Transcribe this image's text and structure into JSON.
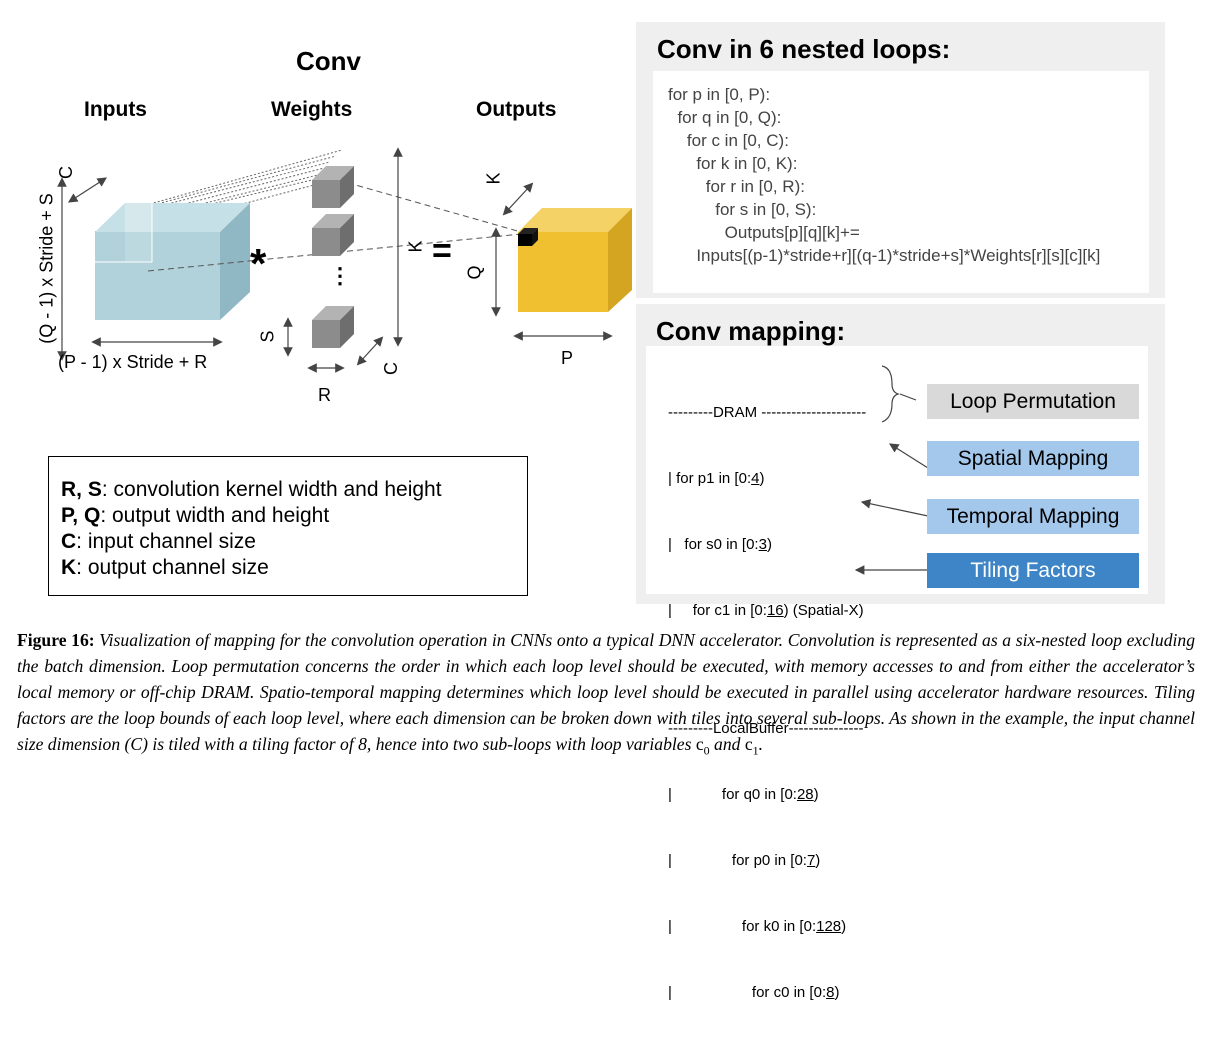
{
  "diagram": {
    "title": "Conv",
    "inputs_label": "Inputs",
    "weights_label": "Weights",
    "outputs_label": "Outputs",
    "input_height_label": "(Q - 1) x Stride + S",
    "input_width_label": "(P - 1) x Stride + R",
    "input_channel_label": "C",
    "weight_s_label": "S",
    "weight_r_label": "R",
    "weight_c_label": "C",
    "weight_k_label": "K",
    "output_k_label": "K",
    "output_q_label": "Q",
    "output_p_label": "P",
    "conv_operator": "*",
    "equals_operator": "=",
    "ellipsis": "⋮",
    "colors": {
      "input_cube": "#a8cdd6",
      "weights": "#8c8c8c",
      "output_cube": "#f0c030"
    }
  },
  "legend": {
    "lines": [
      {
        "key": "R, S",
        "text": ": convolution kernel width and height"
      },
      {
        "key": "P, Q",
        "text": ": output width and height"
      },
      {
        "key": "C",
        "text": ": input channel size"
      },
      {
        "key": "K",
        "text": ": output channel size"
      }
    ]
  },
  "loops_panel": {
    "title": "Conv in 6 nested loops:",
    "lines": [
      "for p in [0, P):",
      "  for q in [0, Q):",
      "    for c in [0, C):",
      "      for k in [0, K):",
      "        for r in [0, R):",
      "          for s in [0, S):",
      "            Outputs[p][q][k]+=",
      "      Inputs[(p-1)*stride+r][(q-1)*stride+s]*Weights[r][s][c][k]"
    ]
  },
  "mapping_panel": {
    "title": "Conv mapping:",
    "dram_header": "---------DRAM ---------------------",
    "dram_lines": [
      {
        "prefix": "| for p1 in [0:",
        "factor": "4",
        "suffix": ")"
      },
      {
        "prefix": "|   for s0 in [0:",
        "factor": "3",
        "suffix": ")"
      },
      {
        "prefix": "|     for c1 in [0:",
        "factor": "16",
        "suffix": ") (Spatial-X)"
      }
    ],
    "buffer_header": "---------LocalBuffer---------------",
    "buffer_lines": [
      {
        "bar": "|",
        "prefix": "for q0 in [0:",
        "factor": "28",
        "suffix": ")"
      },
      {
        "bar": "|",
        "prefix": "for p0 in [0:",
        "factor": "7",
        "suffix": ")"
      },
      {
        "bar": "|",
        "prefix": "for k0 in [0:",
        "factor": "128",
        "suffix": ")"
      },
      {
        "bar": "|",
        "prefix": "for c0 in [0:",
        "factor": "8",
        "suffix": ")"
      }
    ],
    "tags": {
      "loop_permutation": {
        "label": "Loop Permutation",
        "color": "#d9d9d9"
      },
      "spatial_mapping": {
        "label": "Spatial Mapping",
        "color": "#a4c8ec"
      },
      "temporal_mapping": {
        "label": "Temporal Mapping",
        "color": "#a4c8ec"
      },
      "tiling_factors": {
        "label": "Tiling Factors",
        "color": "#3d85c6"
      }
    }
  },
  "caption": {
    "label": "Figure 16:",
    "text_1": " Visualization of mapping for the convolution operation in CNNs onto a typical DNN accelerator. Convolution is represented as a six-nested loop excluding the batch dimension. Loop permutation concerns the order in which each loop level should be executed, with memory accesses to and from either the accelerator’s local memory or off-chip DRAM. Spatio-temporal mapping determines which loop level should be executed in parallel using accelerator hardware resources. Tiling factors are the loop bounds of each loop level, where each dimension can be broken down with tiles into several sub-loops. As shown in the example, the input channel size dimension (",
    "c_symbol": "C",
    "text_2": ") is tiled with a tiling factor of 8, hence into two sub-loops with loop variables ",
    "c0": "c",
    "c0_sub": "0",
    "and": " and ",
    "c1": "c",
    "c1_sub": "1",
    "end": "."
  }
}
